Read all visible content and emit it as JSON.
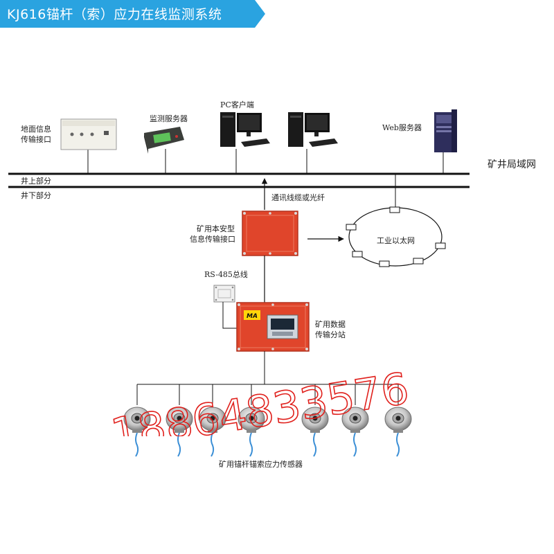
{
  "title": "KJ616锚杆（索）应力在线监测系统",
  "colors": {
    "banner": "#2aa3e0",
    "line": "#111111",
    "enclosure_red": "#e0452b",
    "watermark": "#e0201c",
    "cable_blue": "#3b8fd6"
  },
  "labels": {
    "ground_interface": [
      "地面信息",
      "传输接口"
    ],
    "monitor_server": "监测服务器",
    "pc_client": "PC客户端",
    "web_server": "Web服务器",
    "mine_lan": "矿井局域网",
    "above_ground": "井上部分",
    "below_ground": "井下部分",
    "comm_cable": "通讯线缆或光纤",
    "mine_interface": [
      "矿用本安型",
      "信息传输接口"
    ],
    "industrial_ethernet": "工业以太网",
    "rs485": "RS-485总线",
    "substation_tag": "MA",
    "substation": [
      "矿用数据",
      "传输分站"
    ],
    "sensors": "矿用锚杆锚索应力传感器"
  },
  "watermark": "18864833576",
  "sensor_count": 7
}
